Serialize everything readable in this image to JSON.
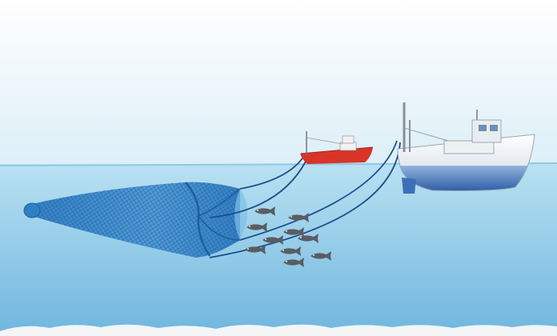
{
  "scene": {
    "kind": "illustration",
    "subject": [
      "pair-trawl-fishing",
      "two-boats",
      "trawl-net",
      "school-of-fish"
    ],
    "colors": {
      "sky_top": "#ffffff",
      "sky_bottom": "#dbeef7",
      "sea_surface": "#b9e1f2",
      "sea_deep": "#6fb6de",
      "net": "#2f7fc4",
      "net_dark": "#1c5f9e",
      "rope": "#1c4e8a",
      "red_boat_hull": "#d8342a",
      "white_boat_hull": "#f4f6f8",
      "white_boat_bottom": "#3d6fb8",
      "fish": "#5a5d63",
      "seabed": "#f4f5f6"
    },
    "fish_count": 10
  }
}
